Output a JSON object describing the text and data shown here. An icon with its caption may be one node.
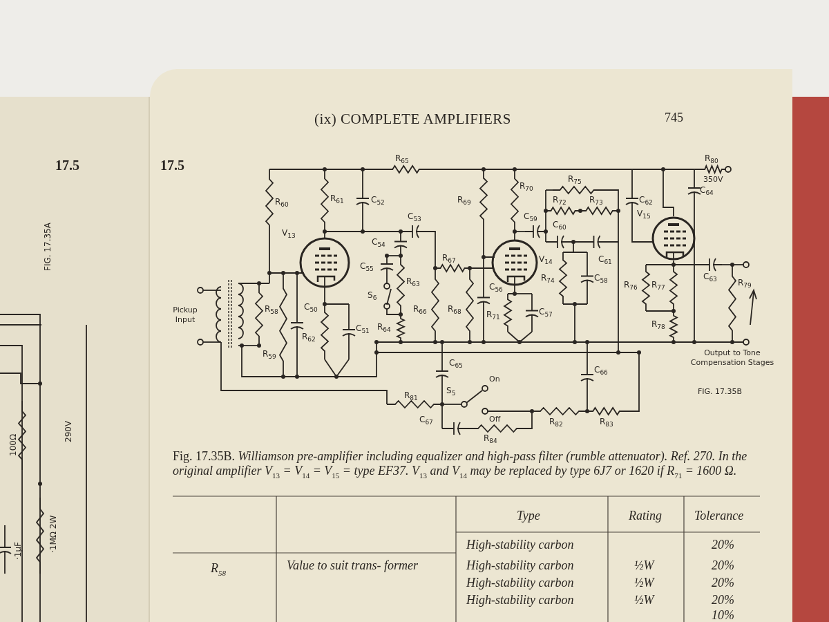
{
  "diagram": {
    "title": "(ix) COMPLETE AMPLIFIERS",
    "caption": "Fig. 17.35B. *Williamson pre-amplifier including equalizer and high-pass filter (rumble attenuator). Ref. 270. In the original amplifier V*$_{13}$ *= V*$_{14}$ *= V*$_{15}$ *= type EF37. V*$_{13}$ *and V*$_{14}$ *may be replaced by type 6J7 or 1620 if R*$_{71}$ *= 1600 Ω.*",
    "labels": [
      "17.5",
      "FIG. 17.35A",
      "100Ω",
      "290V",
      "·1MΩ 2W",
      "·1μF",
      "17.5",
      "745",
      "R$_{65}$",
      "R$_{80}$",
      "350V",
      "R$_{60}$",
      "R$_{61}$",
      "C$_{52}$",
      "C$_{53}$",
      "R$_{69}$",
      "R$_{70}$",
      "C$_{59}$",
      "R$_{75}$",
      "R$_{72}$",
      "R$_{73}$",
      "C$_{62}$",
      "C$_{64}$",
      "V$_{13}$",
      "C$_{54}$",
      "V$_{14}$",
      "C$_{60}$",
      "C$_{61}$",
      "V$_{15}$",
      "R$_{67}$",
      "C$_{55}$",
      "S$_{6}$",
      "R$_{63}$",
      "R$_{58}$",
      "C$_{50}$",
      "Pickup Input",
      "R$_{74}$",
      "C$_{58}$",
      "R$_{76}$",
      "R$_{77}$",
      "C$_{63}$",
      "R$_{79}$",
      "R$_{66}$",
      "R$_{68}$",
      "C$_{56}$",
      "R$_{64}$",
      "R$_{62}$",
      "C$_{51}$",
      "R$_{71}$",
      "C$_{57}$",
      "R$_{78}$",
      "R$_{59}$",
      "C$_{65}$",
      "S$_{5}$",
      "On",
      "Off",
      "C$_{66}$",
      "Output to Tone Compensation Stages",
      "FIG. 17.35B",
      "R$_{81}$",
      "C$_{67}$",
      "R$_{82}$",
      "R$_{83}$",
      "R$_{84}$",
      "Type",
      "Rating",
      "Tolerance",
      "High-stability carbon",
      "20%",
      "R$_{58}$",
      "Value to suit trans- former",
      "High-stability carbon",
      "½W",
      "20%",
      "High-stability carbon",
      "½W",
      "20%",
      "High-stability carbon",
      "½W",
      "20%",
      "10%"
    ]
  }
}
